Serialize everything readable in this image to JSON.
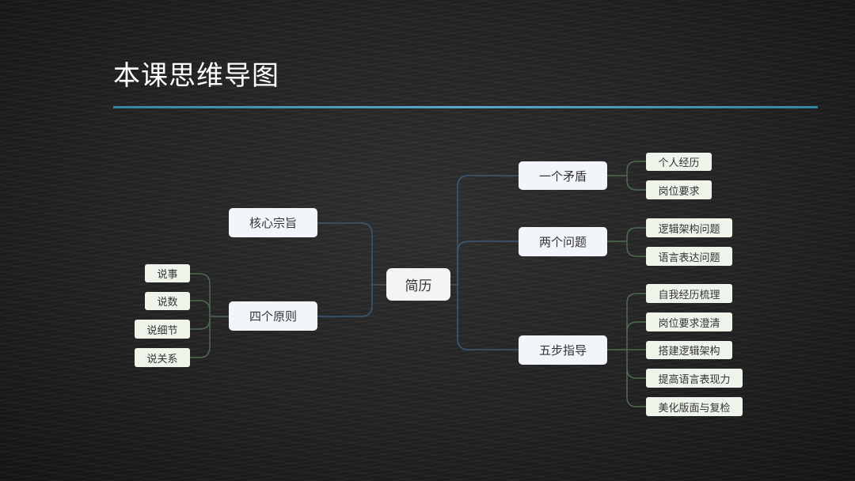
{
  "title": "本课思维导图",
  "root": "简历",
  "left": {
    "core": "核心宗旨",
    "principles": {
      "label": "四个原则",
      "children": [
        "说事",
        "说数",
        "说细节",
        "说关系"
      ]
    }
  },
  "right": [
    {
      "label": "一个矛盾",
      "children": [
        "个人经历",
        "岗位要求"
      ]
    },
    {
      "label": "两个问题",
      "children": [
        "逻辑架构问题",
        "语言表达问题"
      ]
    },
    {
      "label": "五步指导",
      "children": [
        "自我经历梳理",
        "岗位要求澄清",
        "搭建逻辑架构",
        "提高语言表现力",
        "美化版面与复检"
      ]
    }
  ],
  "colors": {
    "main_connector": "#3d5a72",
    "leaf_connector": "#4f6b4f",
    "rule": "#4aa8cc"
  }
}
